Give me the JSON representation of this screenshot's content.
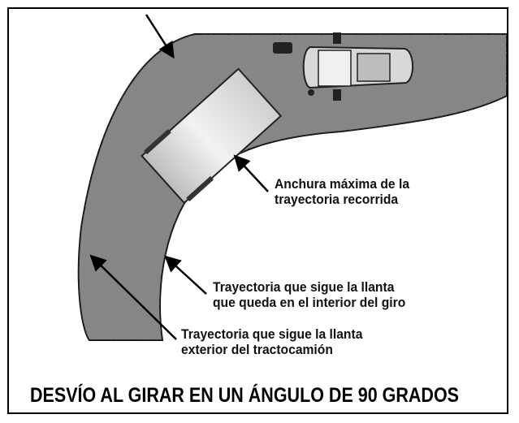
{
  "labels": {
    "max_width": [
      "Anchura máxima de la",
      "trayectoria recorrida"
    ],
    "inner_tire": [
      "Trayectoria que sigue la llanta",
      "que queda en el interior del giro"
    ],
    "outer_tire": [
      "Trayectoria que sigue la llanta",
      "exterior del tractocamión"
    ]
  },
  "title": "DESVÍO AL GIRAR EN UN ÁNGULO DE 90 GRADOS",
  "colors": {
    "road": "#8e8e8e",
    "trailer": "#e2e2e2",
    "frame": "#000000"
  }
}
